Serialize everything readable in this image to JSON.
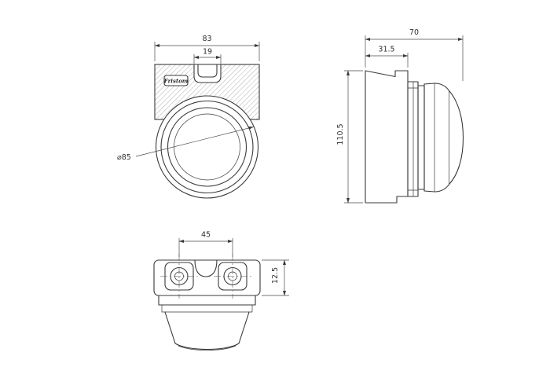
{
  "drawing": {
    "type": "technical-drawing",
    "subject": "vehicle marker lamp, three orthographic views",
    "colors": {
      "ink": "#3a3a3a",
      "background": "#ffffff"
    },
    "views": {
      "front": {
        "dim_width": "83",
        "dim_slot_width": "19",
        "dim_lens_diameter": "⌀85",
        "logo": "Fristom"
      },
      "side": {
        "dim_depth_total": "70",
        "dim_bracket_depth": "31.5",
        "dim_height": "110.5"
      },
      "bottom": {
        "dim_hole_spacing": "45",
        "dim_flange_height": "12.5"
      }
    }
  }
}
